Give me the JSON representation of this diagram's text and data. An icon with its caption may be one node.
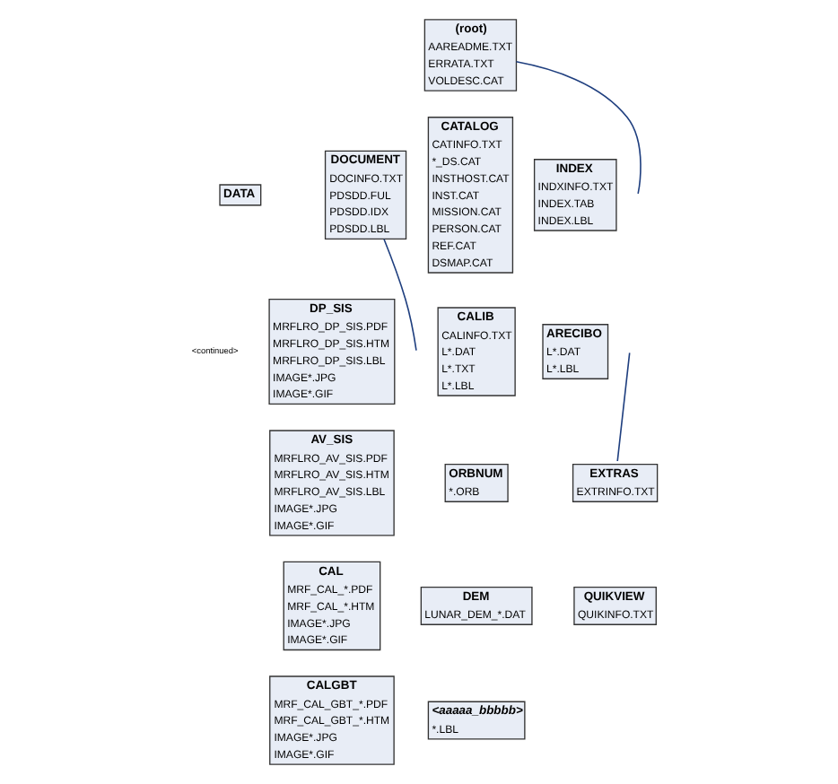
{
  "diagram": {
    "nodes": [
      {
        "text": [
          "(root)",
          "AAREADME.TXT",
          "ERRATA.TXT",
          "VOLDESC.CAT"
        ]
      },
      {
        "text": [
          "DATA"
        ]
      },
      {
        "text": [
          "DOCUMENT",
          "DOCINFO.TXT",
          "PDSDD.FUL",
          "PDSDD.IDX",
          "PDSDD.LBL"
        ]
      },
      {
        "text": [
          "CATALOG",
          "CATINFO.TXT",
          "*_DS.CAT",
          "INSTHOST.CAT",
          "INST.CAT",
          "MISSION.CAT",
          "PERSON.CAT",
          "REF.CAT",
          "DSMAP.CAT"
        ]
      },
      {
        "text": [
          "INDEX",
          "INDXINFO.TXT",
          "INDEX.TAB",
          "INDEX.LBL"
        ]
      },
      {
        "text": [
          "CALIB",
          "CALINFO.TXT",
          "L*.DAT",
          "L*.TXT",
          "L*.LBL"
        ]
      },
      {
        "text": [
          "DP_SIS",
          "MRFLRO_DP_SIS.PDF",
          "MRFLRO_DP_SIS.HTM",
          "MRFLRO_DP_SIS.LBL",
          "IMAGE*.JPG",
          "IMAGE*.GIF"
        ]
      },
      {
        "text": [
          "AV_SIS",
          "MRFLRO_AV_SIS.PDF",
          "MRFLRO_AV_SIS.HTM",
          "MRFLRO_AV_SIS.LBL",
          "IMAGE*.JPG",
          "IMAGE*.GIF"
        ]
      },
      {
        "text": [
          "ARECIBO",
          "L*.DAT",
          "L*.LBL"
        ]
      },
      {
        "text": [
          "EXTRAS",
          "EXTRINFO.TXT"
        ]
      },
      {
        "text": [
          "ORBNUM",
          "*.ORB"
        ]
      },
      {
        "text": [
          "CAL",
          "MRF_CAL_*.PDF",
          "MRF_CAL_*.HTM",
          "IMAGE*.JPG",
          "IMAGE*.GIF"
        ]
      },
      {
        "text": [
          "DEM",
          "LUNAR_DEM_*.DAT"
        ]
      },
      {
        "text": [
          "QUIKVIEW",
          "QUIKINFO.TXT"
        ]
      },
      {
        "text": [
          "<aaaaa_bbbbb>",
          "*.LBL"
        ]
      },
      {
        "text": [
          "CALGBT",
          "MRF_CAL_GBT_*.PDF",
          "MRF_CAL_GBT_*.HTM",
          "IMAGE*.JPG",
          "IMAGE*.GIF"
        ]
      }
    ],
    "edges": [
      {
        "from": 0,
        "to": null,
        "arrow": "none"
      },
      {
        "from": 2,
        "to": null,
        "arrow": "none"
      },
      {
        "from": null,
        "to": 9,
        "arrow": "none"
      }
    ],
    "labels": [
      "<continued>"
    ]
  }
}
